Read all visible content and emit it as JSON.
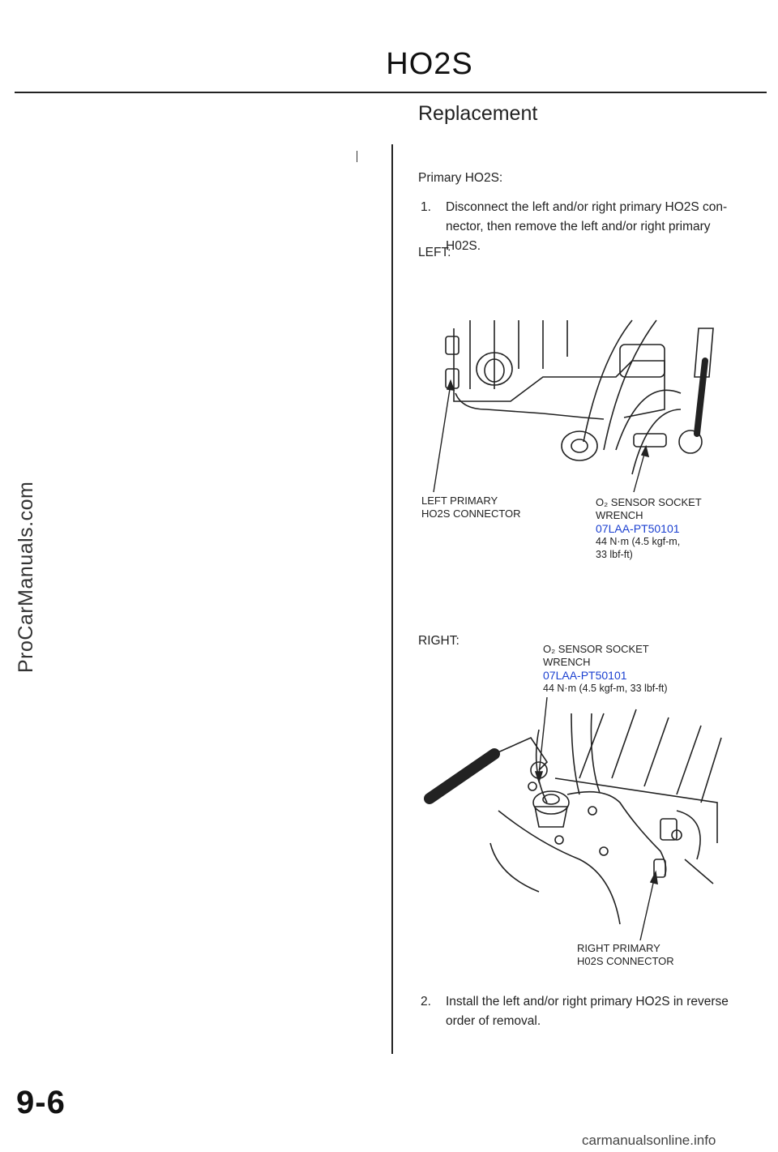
{
  "header": {
    "title": "HO2S"
  },
  "section": {
    "heading": "Replacement"
  },
  "intro": "Primary HO2S:",
  "steps": [
    {
      "num": "1.",
      "line1": "Disconnect the left and/or right primary HO2S con-",
      "line2": "nector, then remove the left and/or right primary",
      "line3": "H02S."
    },
    {
      "num": "2.",
      "line1": "Install the left and/or right primary HO2S in reverse",
      "line2": "order of removal."
    }
  ],
  "left_figure": {
    "heading": "LEFT:",
    "connector_label": [
      "LEFT PRIMARY",
      "HO2S  CONNECTOR"
    ],
    "tool_label": [
      "O₂ SENSOR  SOCKET",
      "WRENCH"
    ],
    "tool_part": "07LAA-PT50101",
    "torque": [
      "44 N·m  (4.5 kgf-m,",
      "33 lbf-ft)"
    ]
  },
  "right_figure": {
    "heading": "RIGHT:",
    "tool_label": [
      "O₂ SENSOR  SOCKET",
      "WRENCH"
    ],
    "tool_part": "07LAA-PT50101",
    "torque": "44 N·m  (4.5 kgf-m, 33 lbf-ft)",
    "connector_label": [
      "RIGHT PRIMARY",
      "H02S CONNECTOR"
    ]
  },
  "watermark": "ProCarManuals.com",
  "page_number": "9-6",
  "footer": "carmanualsonline.info"
}
